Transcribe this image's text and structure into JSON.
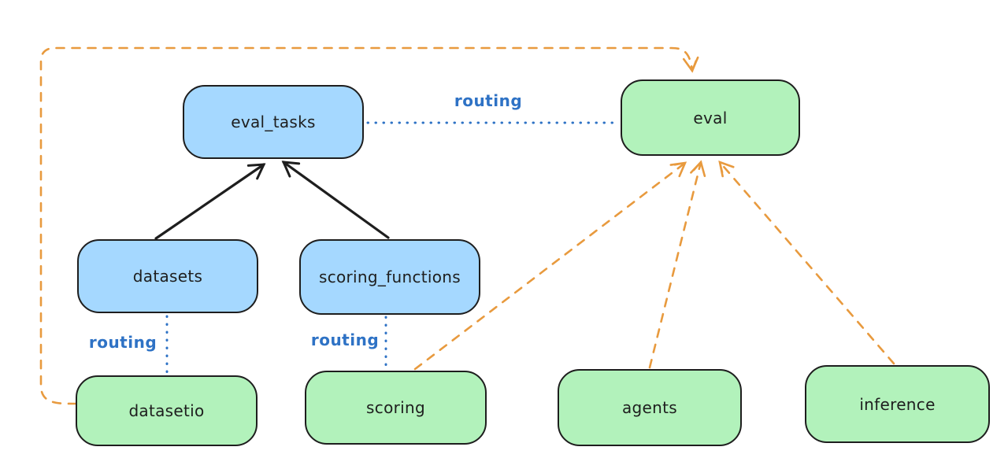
{
  "diagram": {
    "type": "flow-diagram",
    "background": "#ffffff",
    "colors": {
      "registry_fill": "#a5d8ff",
      "api_fill": "#b2f2bb",
      "node_stroke": "#1e1e1e",
      "routing_line": "#2e72c5",
      "dashed_line": "#e89a3e",
      "solid_arrow": "#1e1e1e"
    },
    "nodes": {
      "eval_tasks": {
        "label": "eval_tasks",
        "fill": "#a5d8ff"
      },
      "eval": {
        "label": "eval",
        "fill": "#b2f2bb"
      },
      "datasets": {
        "label": "datasets",
        "fill": "#a5d8ff"
      },
      "scoring_functions": {
        "label": "scoring_functions",
        "fill": "#a5d8ff"
      },
      "datasetio": {
        "label": "datasetio",
        "fill": "#b2f2bb"
      },
      "scoring": {
        "label": "scoring",
        "fill": "#b2f2bb"
      },
      "agents": {
        "label": "agents",
        "fill": "#b2f2bb"
      },
      "inference": {
        "label": "inference",
        "fill": "#b2f2bb"
      }
    },
    "edges": [
      {
        "from": "datasets",
        "to": "eval_tasks",
        "style": "solid",
        "arrow": true,
        "color": "#1e1e1e"
      },
      {
        "from": "scoring_functions",
        "to": "eval_tasks",
        "style": "solid",
        "arrow": true,
        "color": "#1e1e1e"
      },
      {
        "from": "eval_tasks",
        "to": "eval",
        "style": "dotted",
        "arrow": false,
        "color": "#2e72c5",
        "label": "routing"
      },
      {
        "from": "datasets",
        "to": "datasetio",
        "style": "dotted",
        "arrow": false,
        "color": "#2e72c5",
        "label": "routing"
      },
      {
        "from": "scoring_functions",
        "to": "scoring",
        "style": "dotted",
        "arrow": false,
        "color": "#2e72c5",
        "label": "routing"
      },
      {
        "from": "datasetio",
        "to": "eval",
        "style": "dashed",
        "arrow": true,
        "color": "#e89a3e",
        "route": "around-left-and-top"
      },
      {
        "from": "scoring",
        "to": "eval",
        "style": "dashed",
        "arrow": true,
        "color": "#e89a3e"
      },
      {
        "from": "agents",
        "to": "eval",
        "style": "dashed",
        "arrow": true,
        "color": "#e89a3e"
      },
      {
        "from": "inference",
        "to": "eval",
        "style": "dashed",
        "arrow": true,
        "color": "#e89a3e"
      }
    ]
  }
}
